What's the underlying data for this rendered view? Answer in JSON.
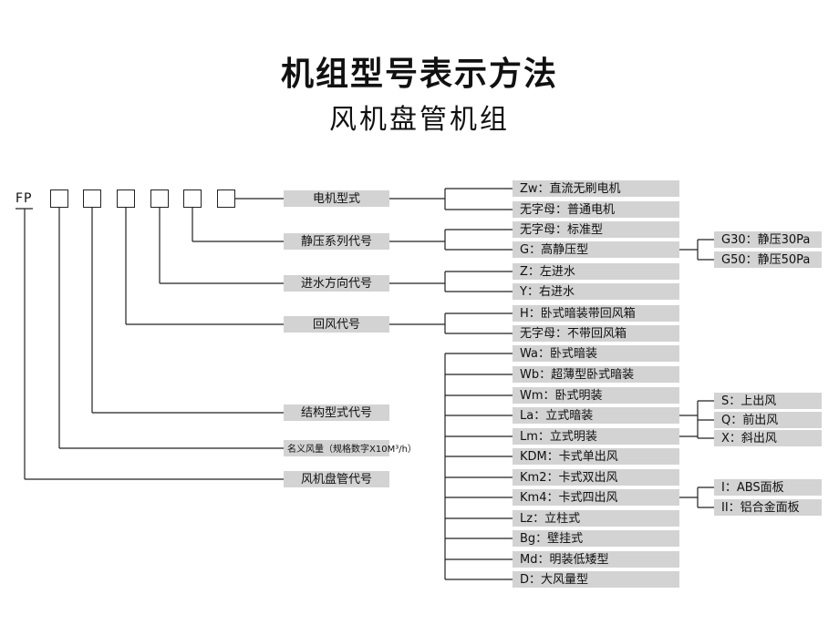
{
  "title": "机组型号表示方法",
  "subtitle": "风机盘管机组",
  "prefix": "FP",
  "categories": {
    "motor": "电机型式",
    "pressure": "静压系列代号",
    "water": "进水方向代号",
    "return_air": "回风代号",
    "structure": "结构型式代号",
    "airflow": "名义风量（规格数字X10M³/h）",
    "code": "风机盘管代号"
  },
  "motor_options": [
    "Zw：直流无刷电机",
    "无字母：普通电机"
  ],
  "pressure_options": [
    "无字母：标准型",
    "G：高静压型"
  ],
  "high_static_options": [
    "G30：静压30Pa",
    "G50：静压50Pa"
  ],
  "water_options": [
    "Z：左进水",
    "Y：右进水"
  ],
  "return_air_options": [
    "H：卧式暗装带回风箱",
    "无字母：不带回风箱"
  ],
  "structure_options": [
    "Wa：卧式暗装",
    "Wb：超薄型卧式暗装",
    "Wm：卧式明装",
    "La：立式暗装",
    "Lm：立式明装",
    "KDM：卡式单出风",
    "Km2：卡式双出风",
    "Km4：卡式四出风",
    "Lz：立柱式",
    "Bg：壁挂式",
    "Md：明装低矮型",
    "D：大风量型"
  ],
  "outlet_options": [
    "S：上出风",
    "Q：前出风",
    "X：斜出风"
  ],
  "panel_options": [
    "I：ABS面板",
    "II：铝合金面板"
  ]
}
